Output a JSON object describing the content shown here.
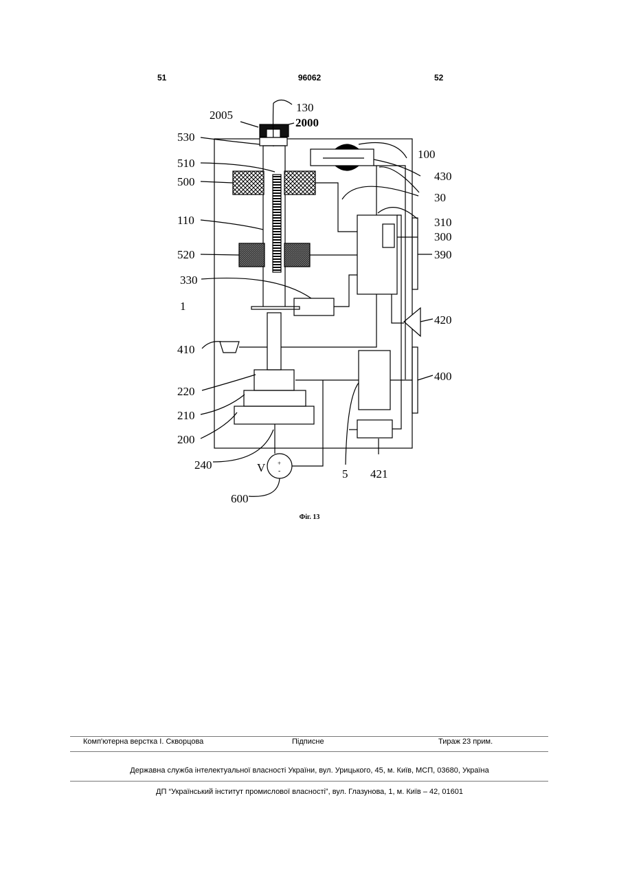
{
  "header": {
    "left_page": "51",
    "patent_number": "96062",
    "right_page": "52"
  },
  "figure": {
    "caption": "Фіг. 13",
    "labels": {
      "l130": "130",
      "l2005": "2005",
      "l2000": "2000",
      "l530": "530",
      "l100": "100",
      "l510": "510",
      "l430": "430",
      "l500": "500",
      "l30": "30",
      "l110": "110",
      "l310": "310",
      "l300": "300",
      "l520": "520",
      "l390": "390",
      "l330": "330",
      "l1": "1",
      "l420": "420",
      "l410": "410",
      "l400": "400",
      "l220": "220",
      "l210": "210",
      "l200": "200",
      "l240": "240",
      "l5": "5",
      "l421": "421",
      "l600": "600",
      "lV": "V",
      "plus": "+",
      "minus": "-"
    }
  },
  "footer": {
    "layout": "Комп'ютерна верстка І. Скворцова",
    "signed": "Підписне",
    "circulation": "Тираж 23 прим.",
    "agency": "Державна служба інтелектуальної власності України, вул. Урицького, 45, м. Київ, МСП, 03680, Україна",
    "institute": "ДП “Український інститут промислової власності”, вул. Глазунова, 1, м. Київ – 42, 01601"
  }
}
